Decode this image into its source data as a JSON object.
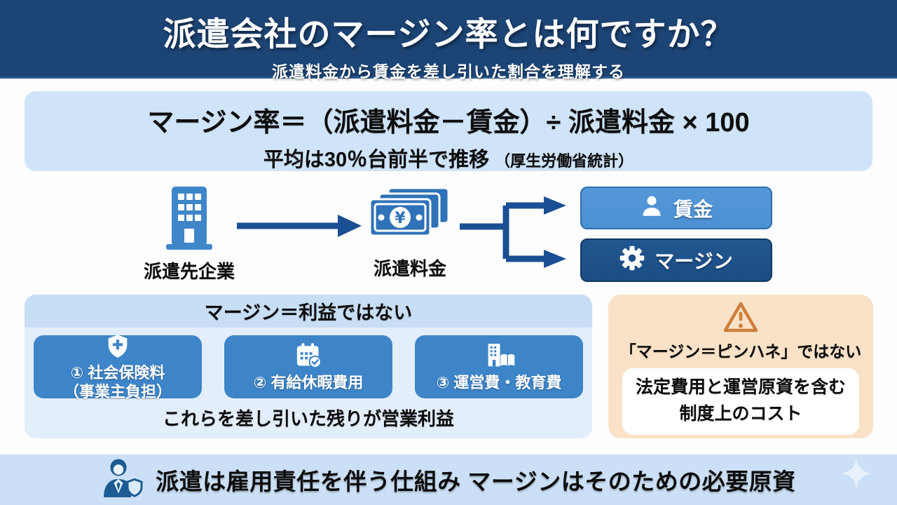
{
  "header": {
    "title": "派遣会社のマージン率とは何ですか？",
    "subtitle": "派遣料金から賃金を差し引いた割合を理解する"
  },
  "formula": {
    "equation": "マージン率＝（派遣料金－賃金）÷ 派遣料金 × 100",
    "average_note": "平均は30％台前半で推移",
    "average_source": "（厚生労働省統計）"
  },
  "flow": {
    "client_label": "派遣先企業",
    "fee_label": "派遣料金",
    "wage_label": "賃金",
    "margin_label": "マージン",
    "client_icon": "office-building-icon",
    "fee_icon": "banknotes-yen-icon",
    "wage_icon": "person-icon",
    "margin_icon": "gear-icon"
  },
  "breakdown": {
    "title": "マージン＝利益ではない",
    "items": [
      {
        "line1": "① 社会保険料",
        "line2": "（事業主負担）",
        "icon": "shield-cross-icon"
      },
      {
        "line1": "② 有給休暇費用",
        "line2": "",
        "icon": "calendar-check-icon"
      },
      {
        "line1": "③ 運営費・教育費",
        "line2": "",
        "icon": "building-book-icon"
      }
    ],
    "footer": "これらを差し引いた残りが営業利益"
  },
  "notice": {
    "title": "「マージン＝ピンハネ」ではない",
    "body_line1": "法定費用と運営原資を含む",
    "body_line2": "制度上のコスト",
    "icon": "warning-triangle-icon"
  },
  "footer": {
    "message": "派遣は雇用責任を伴う仕組み マージンはそのための必要原資",
    "icon": "businessman-shield-icon",
    "decor": "sparkle-icon"
  },
  "colors": {
    "header_bg": "#1c4576",
    "arrow_blue": "#1b4f93",
    "panel_blue": "#cfe4f8",
    "card_blue": "#3d85c8",
    "wage_blue": "#4b91d3",
    "margin_navy": "#1c4d85",
    "breakdown_header_bg": "#c7def5",
    "breakdown_body_bg": "#e3eefb",
    "notice_bg": "#f9e2c7",
    "warning_orange": "#cf7e3c",
    "footer_bg": "#cbe0f6"
  }
}
